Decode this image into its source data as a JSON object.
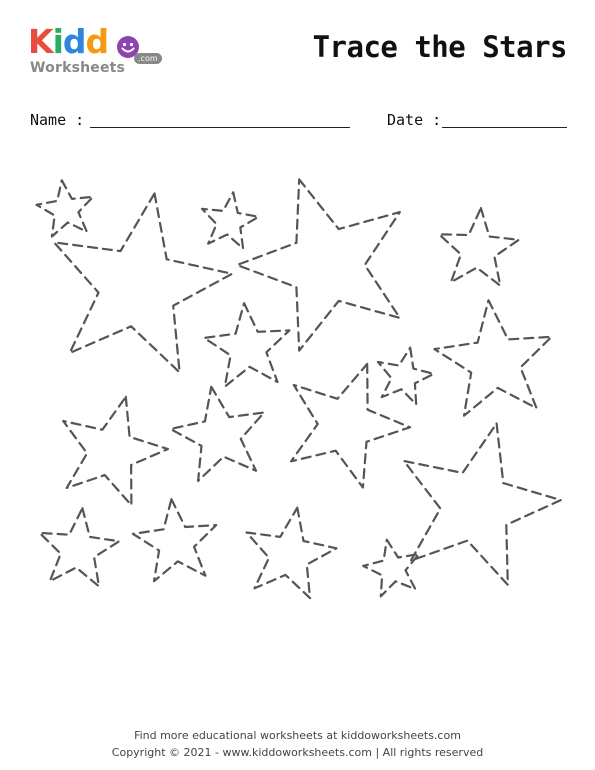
{
  "logo": {
    "letters": [
      {
        "ch": "K",
        "color": "#e74c3c"
      },
      {
        "ch": "i",
        "color": "#27ae60"
      },
      {
        "ch": "d",
        "color": "#2e86de"
      },
      {
        "ch": "d",
        "color": "#f39c12"
      }
    ],
    "subtitle": "Worksheets",
    "domain": ".com"
  },
  "title": "Trace the Stars",
  "form": {
    "name_label": "Name :",
    "date_label": "Date :"
  },
  "footer": {
    "line1": "Find more educational worksheets at kiddoworksheets.com",
    "line2": "Copyright © 2021 - www.kiddoworksheets.com  |  All rights reserved"
  },
  "style": {
    "dash_color": "#555555"
  }
}
